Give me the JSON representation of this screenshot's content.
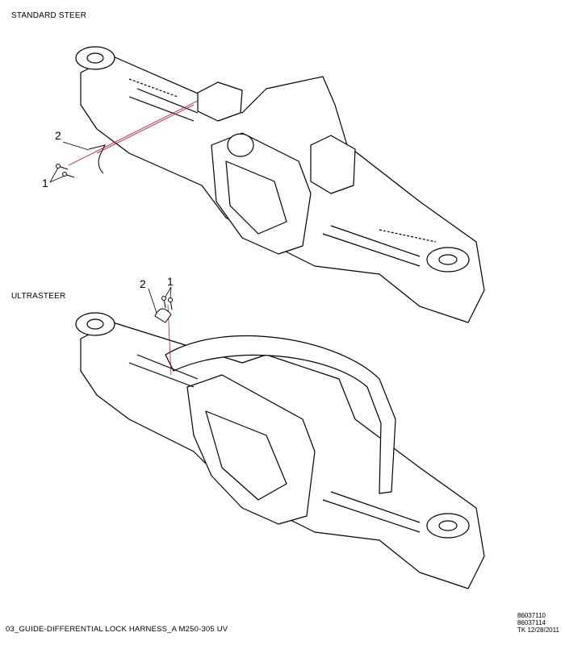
{
  "sections": [
    {
      "title": "STANDARD STEER",
      "callouts": [
        "1",
        "2"
      ]
    },
    {
      "title": "ULTRASTEER",
      "callouts": [
        "1",
        "2"
      ]
    }
  ],
  "footer": {
    "caption": "03_GUIDE-DIFFERENTIAL LOCK HARNESS_A M250-305 UV",
    "part_numbers": [
      "86037110",
      "86037114"
    ],
    "stamp": "TK 12/28/2011"
  },
  "colors": {
    "line": "#000000",
    "leader": "#c8102e"
  }
}
